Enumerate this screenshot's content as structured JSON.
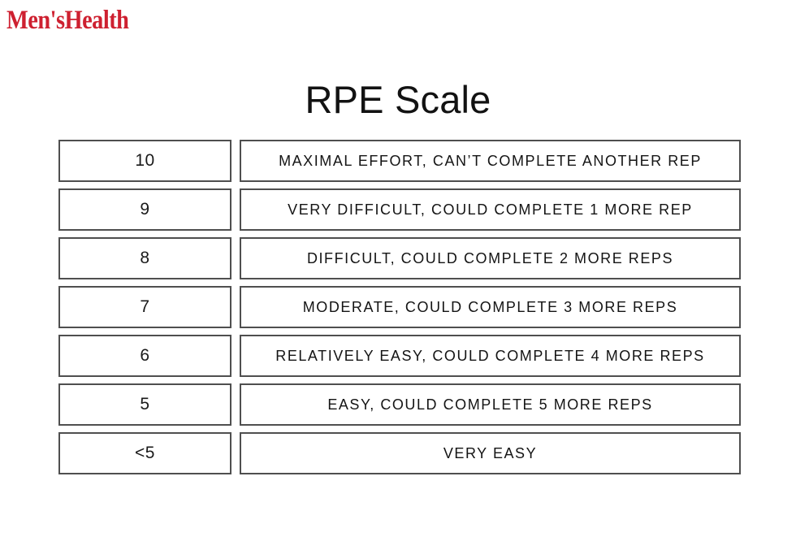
{
  "brand": {
    "name": "Men'sHealth",
    "color": "#ce2030"
  },
  "page": {
    "title": "RPE Scale"
  },
  "table": {
    "rows": [
      {
        "rating": "10",
        "description": "MAXIMAL EFFORT, CAN’T COMPLETE ANOTHER REP"
      },
      {
        "rating": "9",
        "description": "VERY DIFFICULT, COULD COMPLETE 1 MORE REP"
      },
      {
        "rating": "8",
        "description": "DIFFICULT, COULD COMPLETE 2 MORE REPS"
      },
      {
        "rating": "7",
        "description": "MODERATE, COULD COMPLETE 3 MORE REPS"
      },
      {
        "rating": "6",
        "description": "RELATIVELY EASY, COULD COMPLETE 4 MORE REPS"
      },
      {
        "rating": "5",
        "description": "EASY, COULD COMPLETE 5 MORE REPS"
      },
      {
        "rating": "<5",
        "description": "VERY EASY"
      }
    ]
  },
  "style": {
    "border_color": "#4f4f4f",
    "text_color": "#141414",
    "background": "#ffffff"
  }
}
